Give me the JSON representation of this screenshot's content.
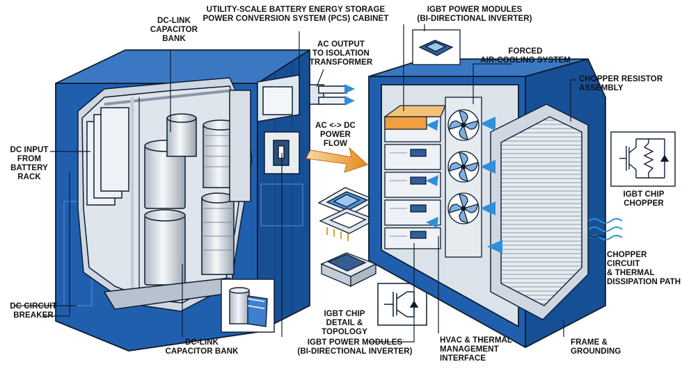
{
  "labels": {
    "title": "UTILITY-SCALE BATTERY ENERGY STORAGE\nPOWER CONVERSION SYSTEM (PCS) CABINET",
    "dc_link_top": "DC-LINK\nCAPACITOR\nBANK",
    "ac_output": "AC OUTPUT\nTO ISOLATION\nTRANSFORMER",
    "igbt_top": "IGBT POWER MODULES\n(BI-DIRECTIONAL INVERTER)",
    "forced_air": "FORCED\nAIR-COOLING SYSTEM",
    "chopper_resistor": "CHOPPER RESISTOR\nASSEMBLY",
    "dc_input": "DC INPUT\nFROM\nBATTERY\nRACK",
    "ac_dc_flow": "AC <-> DC\nPOWER FLOW",
    "igbt_chip_chopper": "IGBT CHIP\nCHOPPER",
    "chopper_circuit": "CHOPPER CIRCUIT\n& THERMAL\nDISSIPATION PATH",
    "dc_breaker": "DC CIRCUIT\nBREAKER",
    "igbt_chip_detail": "IGBT CHIP\nDETAIL & TOPOLOGY",
    "dc_link_bottom": "DC-LINK\nCAPACITOR BANK",
    "igbt_bottom": "IGBT POWER MODULES\n(BI-DIRECTIONAL INVERTER)",
    "hvac": "HVAC & THERMAL\nMANAGEMENT\nINTERFACE",
    "frame": "FRAME &\nGROUNDING"
  },
  "colors": {
    "cabinet_blue": "#1f5fae",
    "cabinet_dark": "#0f3f80",
    "outline": "#0d1b2e",
    "metal": "#e3e8ee",
    "metal_dark": "#b9c3cf",
    "accent_orange": "#f0a040",
    "air_blue": "#2f8fd8"
  },
  "icons": [
    "fan-icon",
    "igbt-symbol-icon",
    "chopper-circuit-icon",
    "capacitor-roll-icon",
    "airflow-arrow-icon",
    "power-flow-arrow-icon"
  ]
}
